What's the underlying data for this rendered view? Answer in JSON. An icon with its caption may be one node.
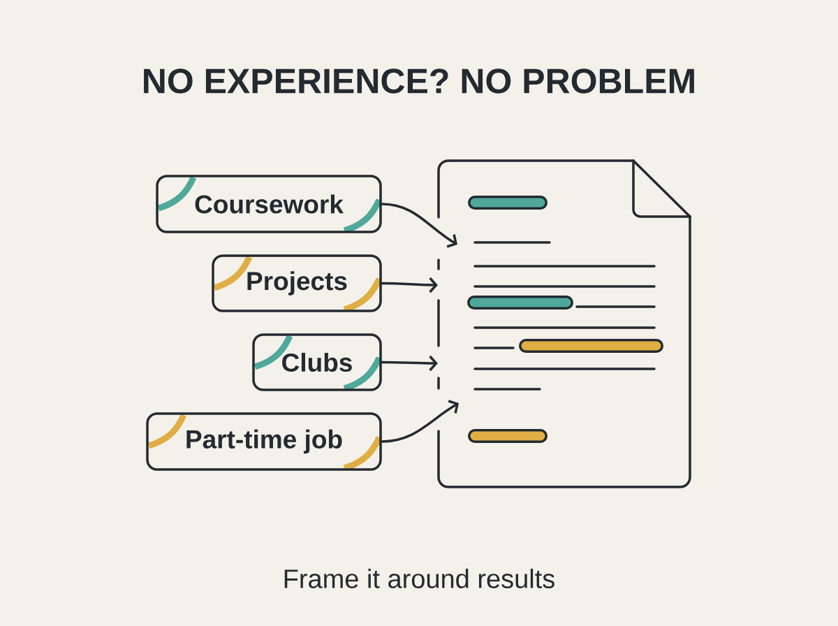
{
  "diagram": {
    "title": "NO EXPERIENCE? NO PROBLEM",
    "caption": "Frame it around results",
    "nodes": [
      {
        "text": [
          "Coursework"
        ]
      },
      {
        "text": [
          "Projects"
        ]
      },
      {
        "text": [
          "Clubs"
        ]
      },
      {
        "text": [
          "Part-time job"
        ]
      },
      {
        "text": [],
        "shape": "picture"
      }
    ],
    "edges": [
      {
        "from": 0,
        "to": 4,
        "arrow": "to"
      },
      {
        "from": 1,
        "to": 4,
        "arrow": "to"
      },
      {
        "from": 2,
        "to": 4,
        "arrow": "to"
      },
      {
        "from": 3,
        "to": 4,
        "arrow": "to"
      }
    ]
  }
}
